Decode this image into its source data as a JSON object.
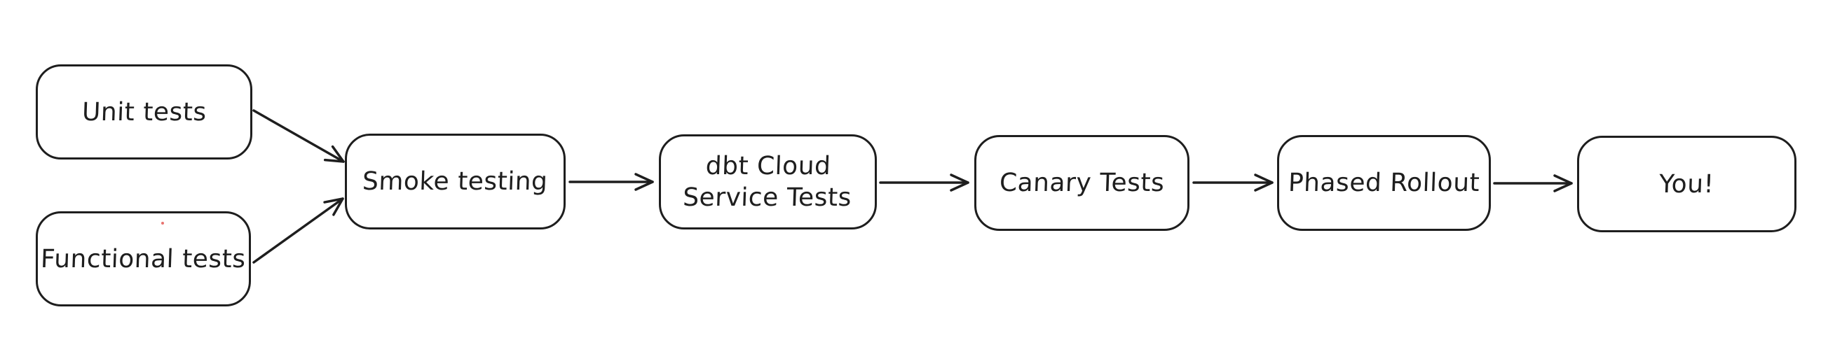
{
  "diagram": {
    "type": "flowchart",
    "background_color": "#ffffff",
    "stroke_color": "#1e1e1e",
    "node_fill_color": "#ffffff",
    "nodes": [
      {
        "id": "unit-tests",
        "label": "Unit tests"
      },
      {
        "id": "functional-tests",
        "label": "Functional tests"
      },
      {
        "id": "smoke-testing",
        "label": "Smoke testing"
      },
      {
        "id": "dbt-cloud-service-tests",
        "label": "dbt Cloud\nService Tests"
      },
      {
        "id": "canary-tests",
        "label": "Canary Tests"
      },
      {
        "id": "phased-rollout",
        "label": "Phased Rollout"
      },
      {
        "id": "you",
        "label": "You!"
      }
    ],
    "edges": [
      {
        "from": "unit-tests",
        "to": "smoke-testing"
      },
      {
        "from": "functional-tests",
        "to": "smoke-testing"
      },
      {
        "from": "smoke-testing",
        "to": "dbt-cloud-service-tests"
      },
      {
        "from": "dbt-cloud-service-tests",
        "to": "canary-tests"
      },
      {
        "from": "canary-tests",
        "to": "phased-rollout"
      },
      {
        "from": "phased-rollout",
        "to": "you"
      }
    ]
  }
}
